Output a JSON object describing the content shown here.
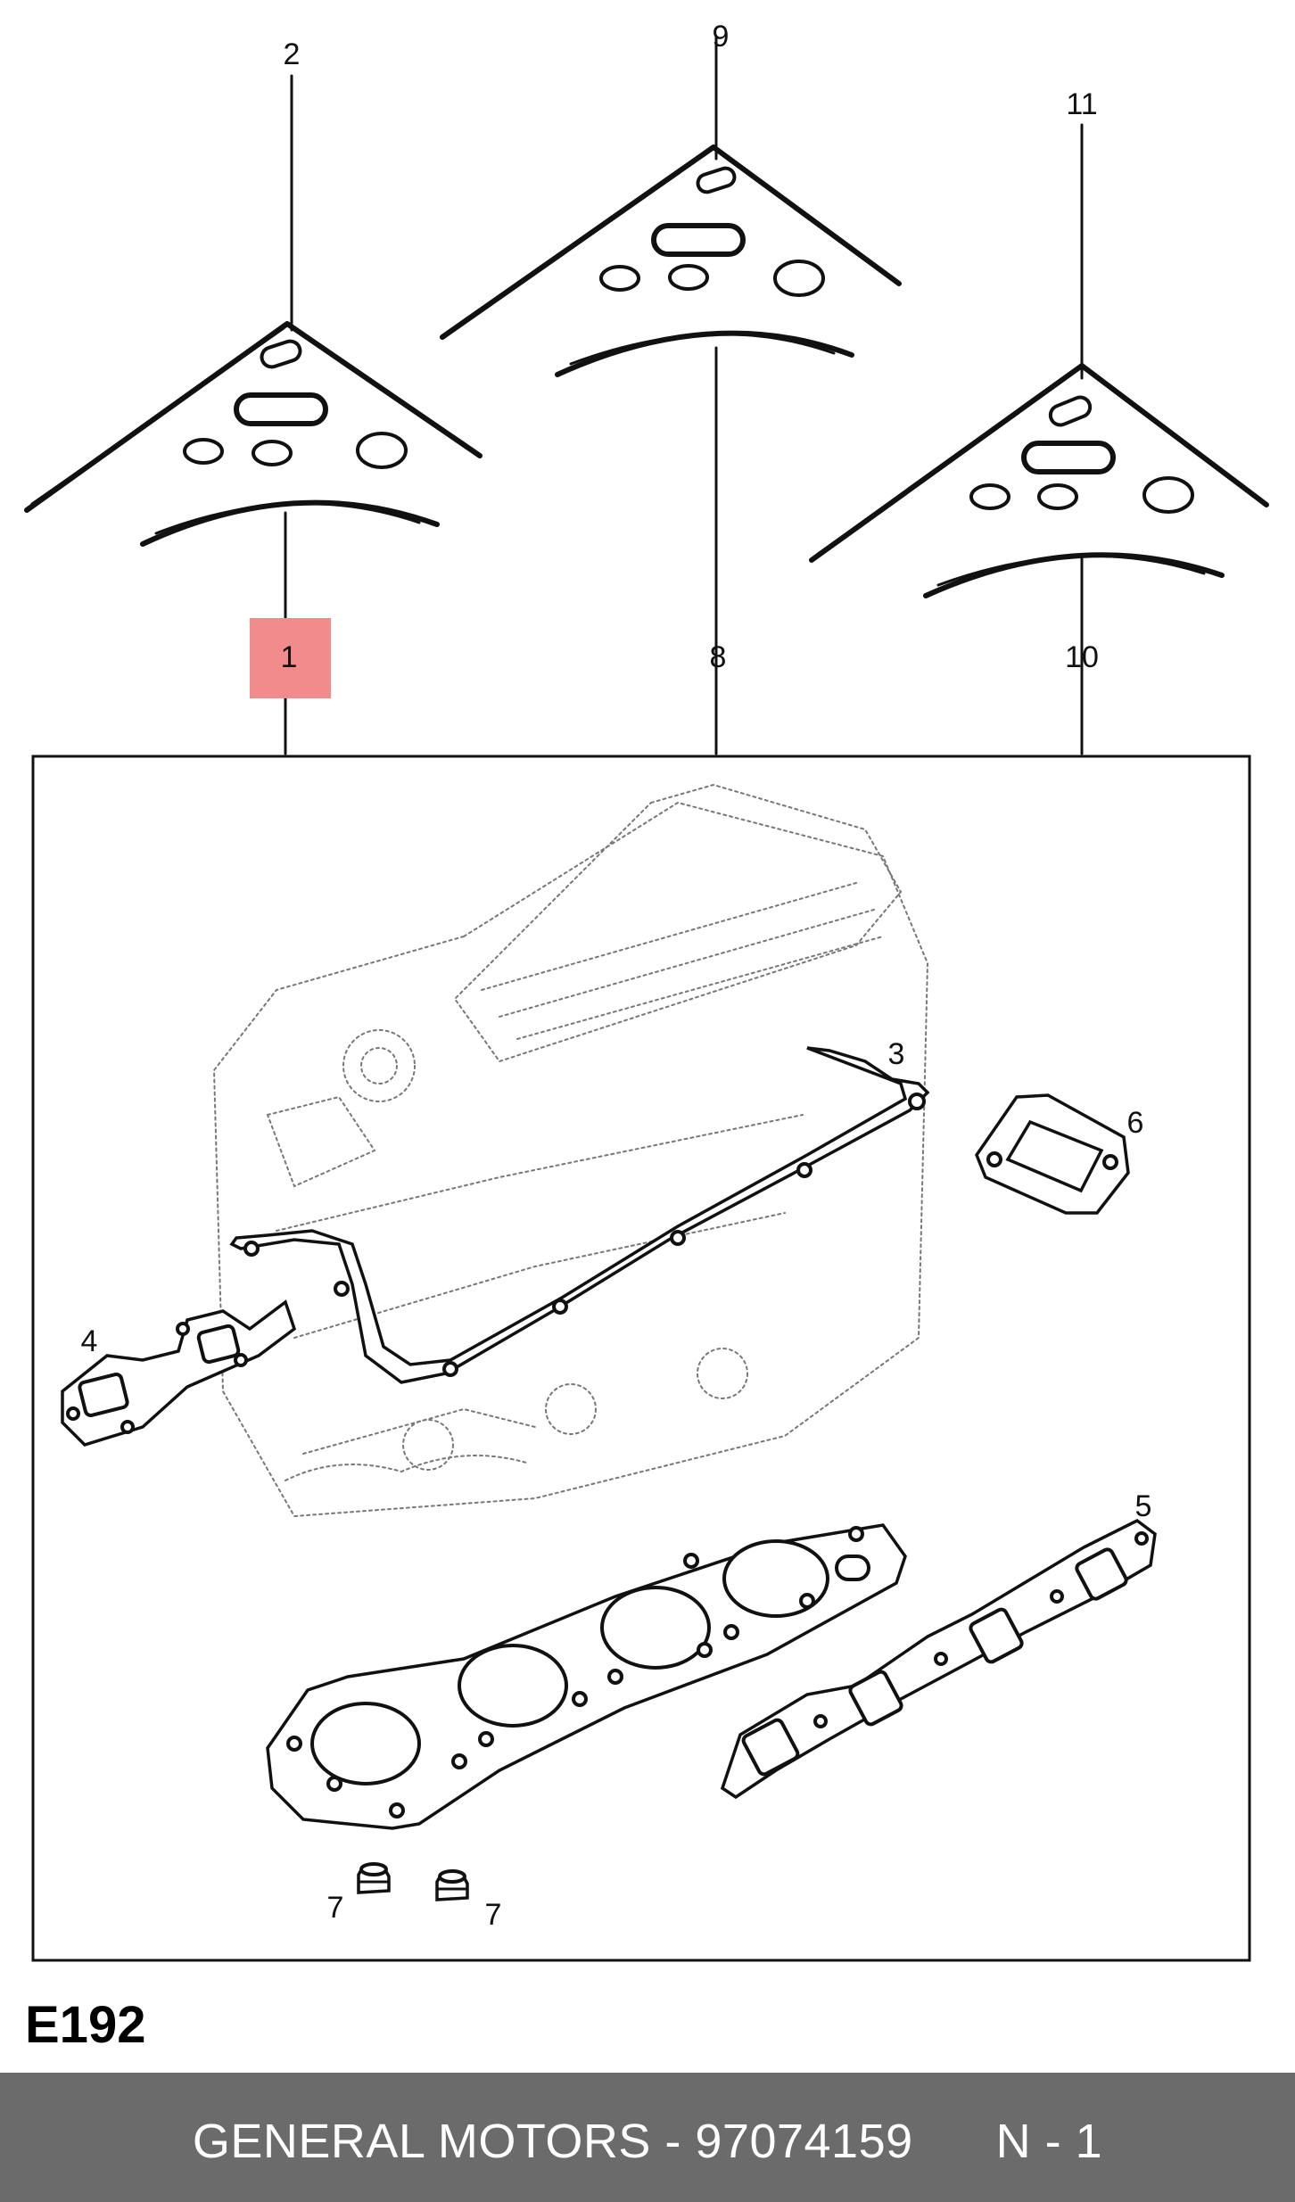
{
  "diagram": {
    "code": "E192",
    "highlight_color": "#f28b8b",
    "callouts": {
      "c1": "1",
      "c2": "2",
      "c3": "3",
      "c4": "4",
      "c5": "5",
      "c6": "6",
      "c7a": "7",
      "c7b": "7",
      "c8": "8",
      "c9": "9",
      "c10": "10",
      "c11": "11"
    }
  },
  "footer": {
    "label": "GENERAL MOTORS - 97074159      N - 1",
    "background": "#6b6b6b"
  }
}
